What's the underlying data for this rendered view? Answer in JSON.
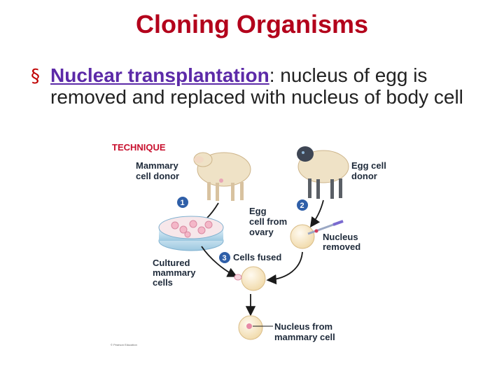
{
  "slide": {
    "title": "Cloning Organisms",
    "bullet": {
      "icon": "s-bullet-icon",
      "term": "Nuclear transplantation",
      "separator": ":",
      "description": " nucleus of egg is removed and replaced with nucleus of body cell"
    }
  },
  "figure": {
    "heading": "TECHNIQUE",
    "labels": {
      "mammary_donor_1": "Mammary",
      "mammary_donor_2": "cell donor",
      "egg_donor_1": "Egg cell",
      "egg_donor_2": "donor",
      "egg_ovary_1": "Egg",
      "egg_ovary_2": "cell from",
      "egg_ovary_3": "ovary",
      "nucleus_removed_1": "Nucleus",
      "nucleus_removed_2": "removed",
      "cells_fused": "Cells fused",
      "cultured_1": "Cultured",
      "cultured_2": "mammary",
      "cultured_3": "cells",
      "nucleus_from_1": "Nucleus from",
      "nucleus_from_2": "mammary cell"
    },
    "steps": [
      "1",
      "2",
      "3"
    ],
    "copyright": "© Pearson Education"
  },
  "colors": {
    "title": "#b3001b",
    "term": "#5c2aa8",
    "step_badge": "#2f5fa8",
    "heading": "#c8102e"
  }
}
